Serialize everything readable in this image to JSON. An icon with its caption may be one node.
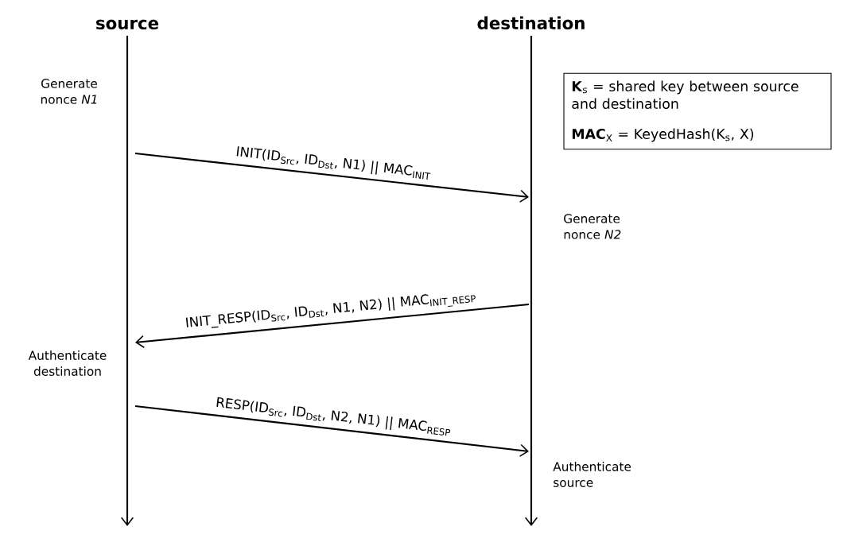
{
  "diagram": {
    "nodes": [
      {
        "text": [
          "source"
        ]
      },
      {
        "text": [
          "destination"
        ]
      },
      {
        "text": [
          "**K**$_{s}$ = shared key between source and destination",
          "**MAC**$_{X}$ = KeyedHash(K$_{s}$, X)"
        ]
      }
    ],
    "edges": [
      {
        "from": 0,
        "to": 1,
        "arrow": "to",
        "label": "INIT(ID$_{Src}$, ID$_{Dst}$, N1) || MAC$_{INIT}$"
      },
      {
        "from": 1,
        "to": 0,
        "arrow": "to",
        "label": "INIT_RESP(ID$_{Src}$, ID$_{Dst}$, N1, N2) || MAC$_{INIT_RESP}$"
      },
      {
        "from": 0,
        "to": 1,
        "arrow": "to",
        "label": "RESP(ID$_{Src}$, ID$_{Dst}$, N2, N1) || MAC$_{RESP}$"
      }
    ],
    "labels": [
      "Generate nonce *N1*",
      "Generate nonce *N2*",
      "Authenticate destination",
      "Authenticate source"
    ]
  }
}
